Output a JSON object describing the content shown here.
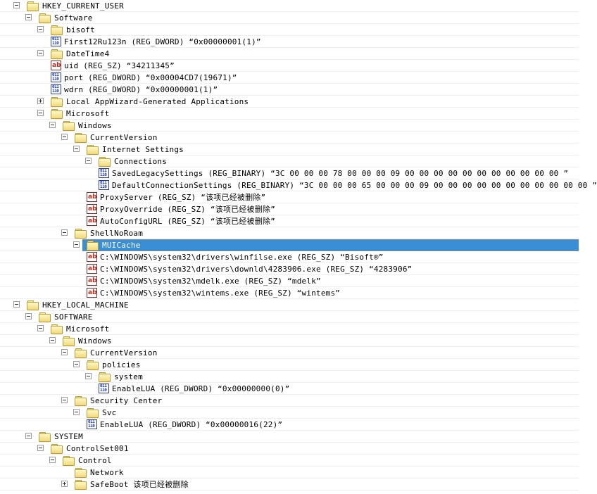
{
  "selection_color": "#3a8fd4",
  "rows": [
    {
      "level": 0,
      "type": "key",
      "expander": "minus",
      "label": "HKEY_CURRENT_USER"
    },
    {
      "level": 1,
      "type": "key",
      "expander": "minus",
      "label": "Software"
    },
    {
      "level": 2,
      "type": "key",
      "expander": "minus",
      "label": "bisoft"
    },
    {
      "level": 3,
      "type": "dword",
      "label": "First12Ru123n (REG_DWORD) “0x00000001(1)”"
    },
    {
      "level": 2,
      "type": "key",
      "expander": "minus",
      "label": "DateTime4"
    },
    {
      "level": 3,
      "type": "sz",
      "label": "uid (REG_SZ) “34211345”"
    },
    {
      "level": 3,
      "type": "dword",
      "label": "port (REG_DWORD) “0x00004CD7(19671)”"
    },
    {
      "level": 3,
      "type": "dword",
      "label": "wdrn (REG_DWORD) “0x00000001(1)”"
    },
    {
      "level": 2,
      "type": "key",
      "expander": "plus",
      "label": "Local AppWizard-Generated Applications"
    },
    {
      "level": 2,
      "type": "key",
      "expander": "minus",
      "label": "Microsoft"
    },
    {
      "level": 3,
      "type": "key",
      "expander": "minus",
      "label": "Windows"
    },
    {
      "level": 4,
      "type": "key",
      "expander": "minus",
      "label": "CurrentVersion"
    },
    {
      "level": 5,
      "type": "key",
      "expander": "minus",
      "label": "Internet Settings"
    },
    {
      "level": 6,
      "type": "key",
      "expander": "minus",
      "label": "Connections"
    },
    {
      "level": 7,
      "type": "dword",
      "label": "SavedLegacySettings (REG_BINARY) “3C 00 00 00 78 00 00 00 09 00 00 00 00 00 00 00 00 00 00 00 ”"
    },
    {
      "level": 7,
      "type": "dword",
      "label": "DefaultConnectionSettings (REG_BINARY) “3C 00 00 00 65 00 00 00 09 00 00 00 00 00 00 00 00 00 00 00 ”"
    },
    {
      "level": 6,
      "type": "sz",
      "label": "ProxyServer (REG_SZ) “该项已经被删除”"
    },
    {
      "level": 6,
      "type": "sz",
      "label": "ProxyOverride (REG_SZ) “该项已经被删除”"
    },
    {
      "level": 6,
      "type": "sz",
      "label": "AutoConfigURL (REG_SZ) “该项已经被删除”"
    },
    {
      "level": 4,
      "type": "key",
      "expander": "minus",
      "label": "ShellNoRoam"
    },
    {
      "level": 5,
      "type": "key",
      "expander": "minus",
      "label": "MUICache",
      "selected": true
    },
    {
      "level": 6,
      "type": "sz",
      "label": "C:\\WINDOWS\\system32\\drivers\\winfilse.exe (REG_SZ) “Bisoft®”"
    },
    {
      "level": 6,
      "type": "sz",
      "label": "C:\\WINDOWS\\system32\\drivers\\downld\\4283906.exe (REG_SZ) “4283906”"
    },
    {
      "level": 6,
      "type": "sz",
      "label": "C:\\WINDOWS\\system32\\mdelk.exe (REG_SZ) “mdelk”"
    },
    {
      "level": 6,
      "type": "sz",
      "label": "C:\\WINDOWS\\system32\\wintems.exe (REG_SZ) “wintems”"
    },
    {
      "level": 0,
      "type": "key",
      "expander": "minus",
      "label": "HKEY_LOCAL_MACHINE"
    },
    {
      "level": 1,
      "type": "key",
      "expander": "minus",
      "label": "SOFTWARE"
    },
    {
      "level": 2,
      "type": "key",
      "expander": "minus",
      "label": "Microsoft"
    },
    {
      "level": 3,
      "type": "key",
      "expander": "minus",
      "label": "Windows"
    },
    {
      "level": 4,
      "type": "key",
      "expander": "minus",
      "label": "CurrentVersion"
    },
    {
      "level": 5,
      "type": "key",
      "expander": "minus",
      "label": "policies"
    },
    {
      "level": 6,
      "type": "key",
      "expander": "minus",
      "label": "system"
    },
    {
      "level": 7,
      "type": "dword",
      "label": "EnableLUA (REG_DWORD) “0x00000000(0)”"
    },
    {
      "level": 4,
      "type": "key",
      "expander": "minus",
      "label": "Security Center"
    },
    {
      "level": 5,
      "type": "key",
      "expander": "minus",
      "label": "Svc"
    },
    {
      "level": 6,
      "type": "dword",
      "label": "EnableLUA (REG_DWORD) “0x00000016(22)”"
    },
    {
      "level": 1,
      "type": "key",
      "expander": "minus",
      "label": "SYSTEM"
    },
    {
      "level": 2,
      "type": "key",
      "expander": "minus",
      "label": "ControlSet001"
    },
    {
      "level": 3,
      "type": "key",
      "expander": "minus",
      "label": "Control"
    },
    {
      "level": 4,
      "type": "key",
      "expander": "none",
      "label": "Network"
    },
    {
      "level": 4,
      "type": "key",
      "expander": "plus",
      "label": "SafeBoot 该项已经被删除"
    }
  ],
  "icons": {
    "sz_glyph": "ab",
    "dword_glyph": "011 110"
  }
}
